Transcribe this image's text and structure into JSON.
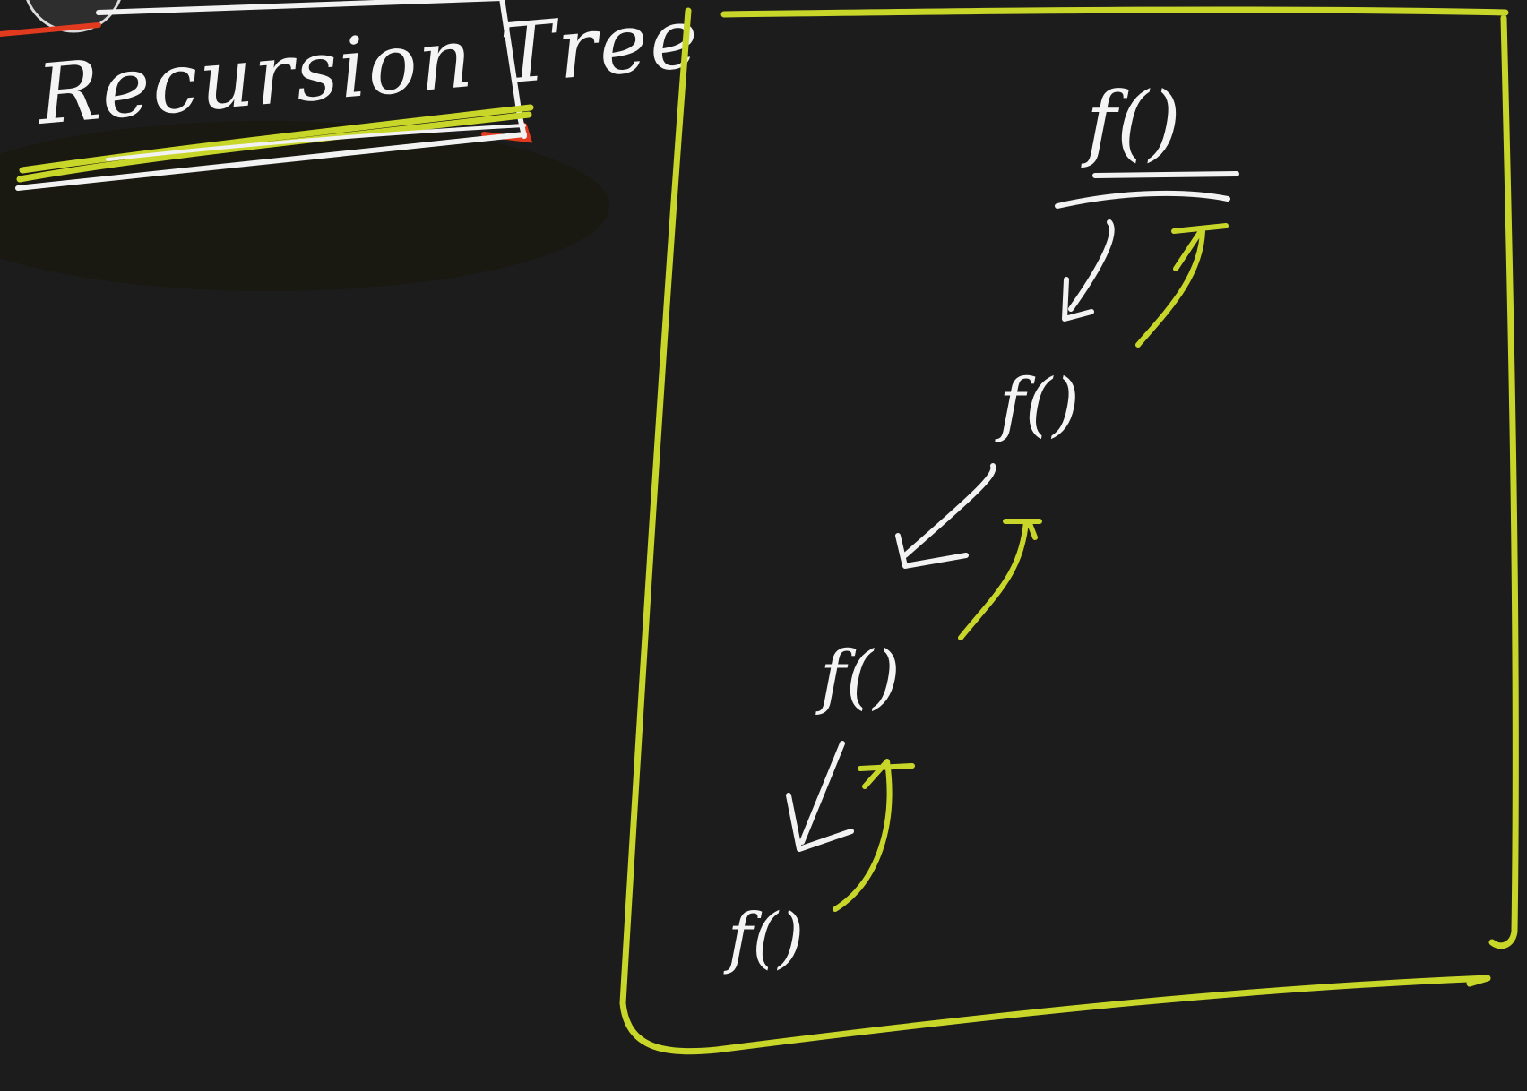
{
  "title": "Recursion Tree",
  "nodes": [
    {
      "label": "f()"
    },
    {
      "label": "f()"
    },
    {
      "label": "f()"
    },
    {
      "label": "f()"
    }
  ],
  "colors": {
    "background": "#1c1c1c",
    "chalk": "#f2f2f2",
    "highlight": "#c8d62a",
    "accent": "#e23a1e"
  }
}
